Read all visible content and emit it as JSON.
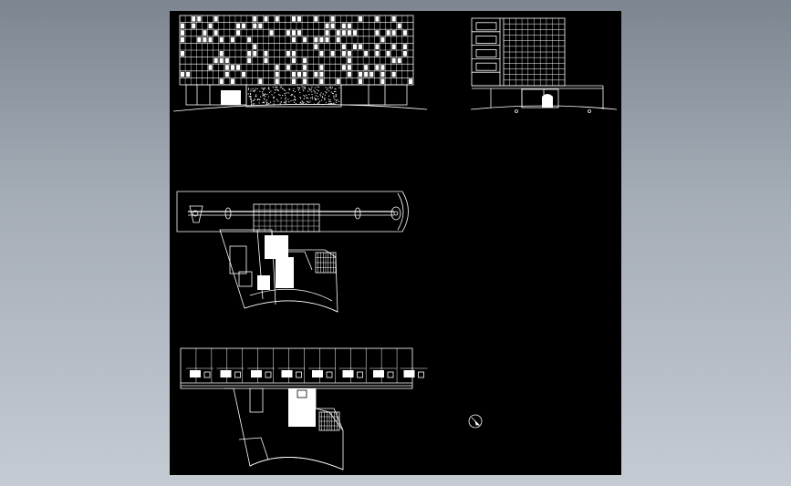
{
  "colors": {
    "desktop_gradient_top": "#7d8590",
    "desktop_gradient_bottom": "#c5cbd3",
    "canvas": "#000000",
    "line": "#ffffff"
  },
  "drawing": {
    "views": [
      {
        "id": "front-elevation",
        "kind": "elevation"
      },
      {
        "id": "side-elevation",
        "kind": "elevation"
      },
      {
        "id": "first-floor-plan",
        "kind": "plan"
      },
      {
        "id": "typical-floor-plan",
        "kind": "plan"
      }
    ],
    "symbols": [
      {
        "id": "north-arrow",
        "icon": "compass-circle-icon"
      }
    ]
  }
}
